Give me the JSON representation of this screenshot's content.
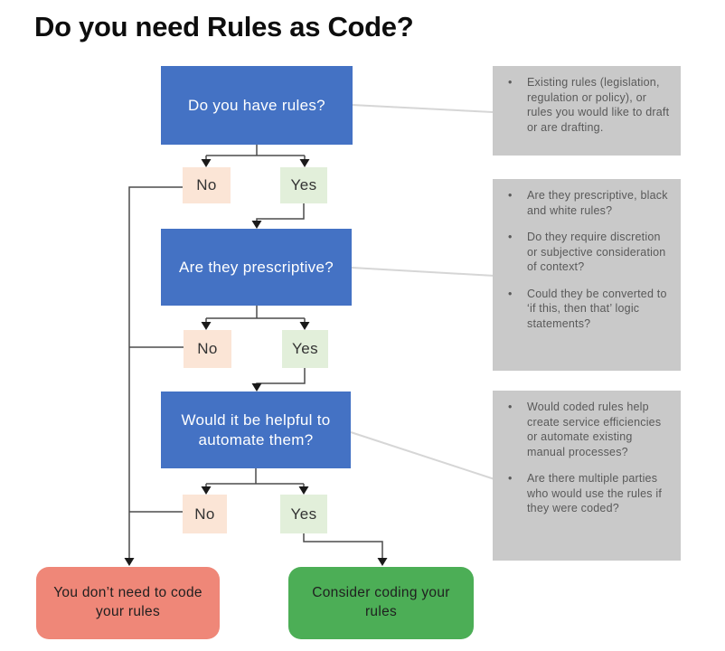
{
  "title": "Do you need Rules as Code?",
  "flowchart": {
    "decisions": [
      {
        "label": "Do you have rules?"
      },
      {
        "label": "Are they prescriptive?"
      },
      {
        "label": "Would it be helpful to automate them?"
      }
    ],
    "no_label": "No",
    "yes_label": "Yes",
    "outcome_no": "You don’t need to code your rules",
    "outcome_yes": "Consider coding your rules"
  },
  "notes": [
    {
      "bullets": [
        "Existing rules (legislation, regulation or policy), or rules you would like to draft or are drafting."
      ]
    },
    {
      "bullets": [
        "Are they prescriptive, black and white rules?",
        "Do they require discretion or subjective consideration of context?",
        "Could they be converted to ‘if this, then that’ logic statements?"
      ]
    },
    {
      "bullets": [
        "Would coded rules help create service efficiencies or automate existing manual processes?",
        "Are there multiple parties who would use the rules if they were coded?"
      ]
    }
  ],
  "colors": {
    "decision_fill": "#4472c4",
    "no_fill": "#fbe5d6",
    "yes_fill": "#e2efda",
    "outcome_no_fill": "#ef8778",
    "outcome_yes_fill": "#4cae56",
    "note_fill": "#c9c9c9",
    "note_text": "#595959",
    "connector": "#4b4b4b",
    "arrowhead": "#1a1a1a",
    "note_connector": "#d6d6d6"
  }
}
